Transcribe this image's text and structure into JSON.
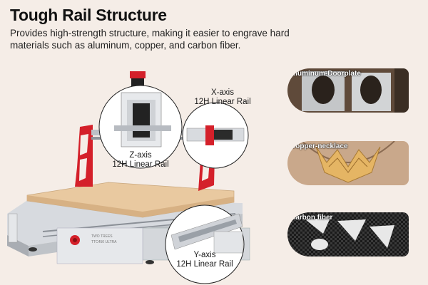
{
  "header": {
    "title": "Tough Rail Structure",
    "subtitle": "Provides high-strength structure, making it easier to engrave hard materials such as aluminum, copper, and carbon fiber."
  },
  "callouts": {
    "x_axis": {
      "line1": "X-axis",
      "line2": "12H Linear Rail"
    },
    "z_axis": {
      "line1": "Z-axis",
      "line2": "12H Linear Rail"
    },
    "y_axis": {
      "line1": "Y-axis",
      "line2": "12H Linear Rail"
    }
  },
  "machine": {
    "brand_text": "TWO TREES",
    "model_text": "TTC450 ULTRA"
  },
  "samples": [
    {
      "label": "Aluminum-Doorplate"
    },
    {
      "label": "Copper-necklace"
    },
    {
      "label": "Carbon fiber"
    }
  ],
  "colors": {
    "background": "#f5ede7",
    "accent_red": "#d4202a",
    "wood": "#e9c9a0",
    "frame": "#c9ccd1"
  }
}
